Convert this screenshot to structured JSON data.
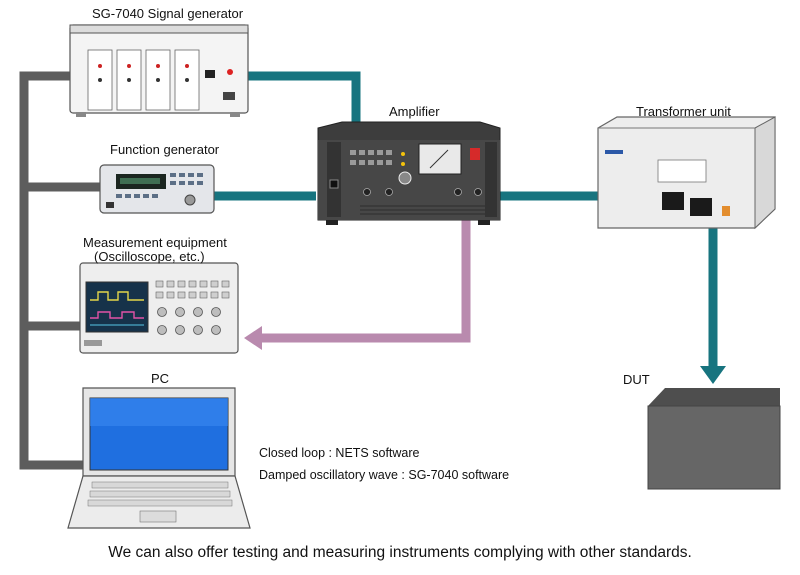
{
  "labels": {
    "signal_generator": "SG-7040 Signal generator",
    "function_generator": "Function generator",
    "measurement_line1": "Measurement equipment",
    "measurement_line2": "(Oscilloscope, etc.)",
    "pc": "PC",
    "amplifier": "Amplifier",
    "transformer": "Transformer unit",
    "dut": "DUT"
  },
  "notes": {
    "closed_loop": "Closed loop : NETS software",
    "damped_wave": "Damped oscillatory wave : SG-7040 software"
  },
  "footer": "We can also offer testing and measuring instruments complying with other standards.",
  "colors": {
    "signal_cable": "#17747f",
    "monitor_cable": "#b98aae",
    "control_bus": "#5d5d5d",
    "dut_box": "#666666"
  }
}
